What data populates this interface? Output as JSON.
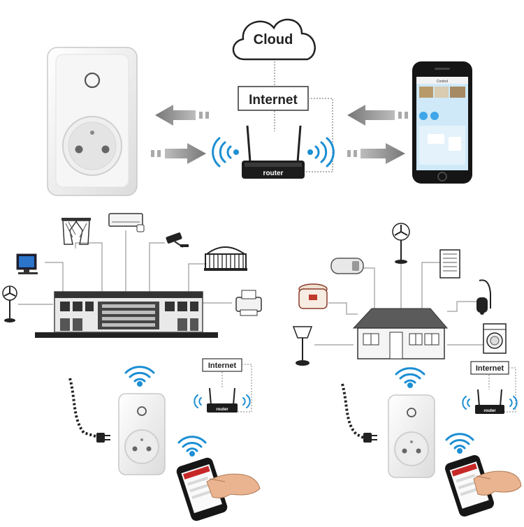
{
  "labels": {
    "cloud": "Cloud",
    "internet_top": "Internet",
    "router_brand": "router",
    "internet_left": "Internet",
    "internet_right": "Internet"
  },
  "phone": {
    "header_title": "Control"
  },
  "icons": {
    "top": [
      "smart-plug-icon",
      "cloud-icon",
      "router-icon",
      "smartphone-icon",
      "wifi-signal-icon",
      "arrow-icon"
    ],
    "left_appliances": [
      "computer-icon",
      "fan-icon",
      "curtain-icon",
      "air-conditioner-icon",
      "cctv-camera-icon",
      "gate-icon",
      "printer-icon",
      "building-icon"
    ],
    "right_appliances": [
      "fan-icon",
      "water-heater-icon",
      "panel-heater-icon",
      "rice-cooker-icon",
      "vacuum-cleaner-icon",
      "lamp-icon",
      "washing-machine-icon",
      "house-icon"
    ],
    "bottom": [
      "power-cord-icon",
      "smart-plug-icon",
      "router-icon",
      "hand-phone-icon",
      "wifi-signal-icon"
    ]
  },
  "colors": {
    "wifi": "#1c8fd4",
    "arrow": "#8a8a8a",
    "line": "#9a9a9a",
    "phone_screen": "#cfe9f8",
    "phone_accent": "#c62828"
  }
}
